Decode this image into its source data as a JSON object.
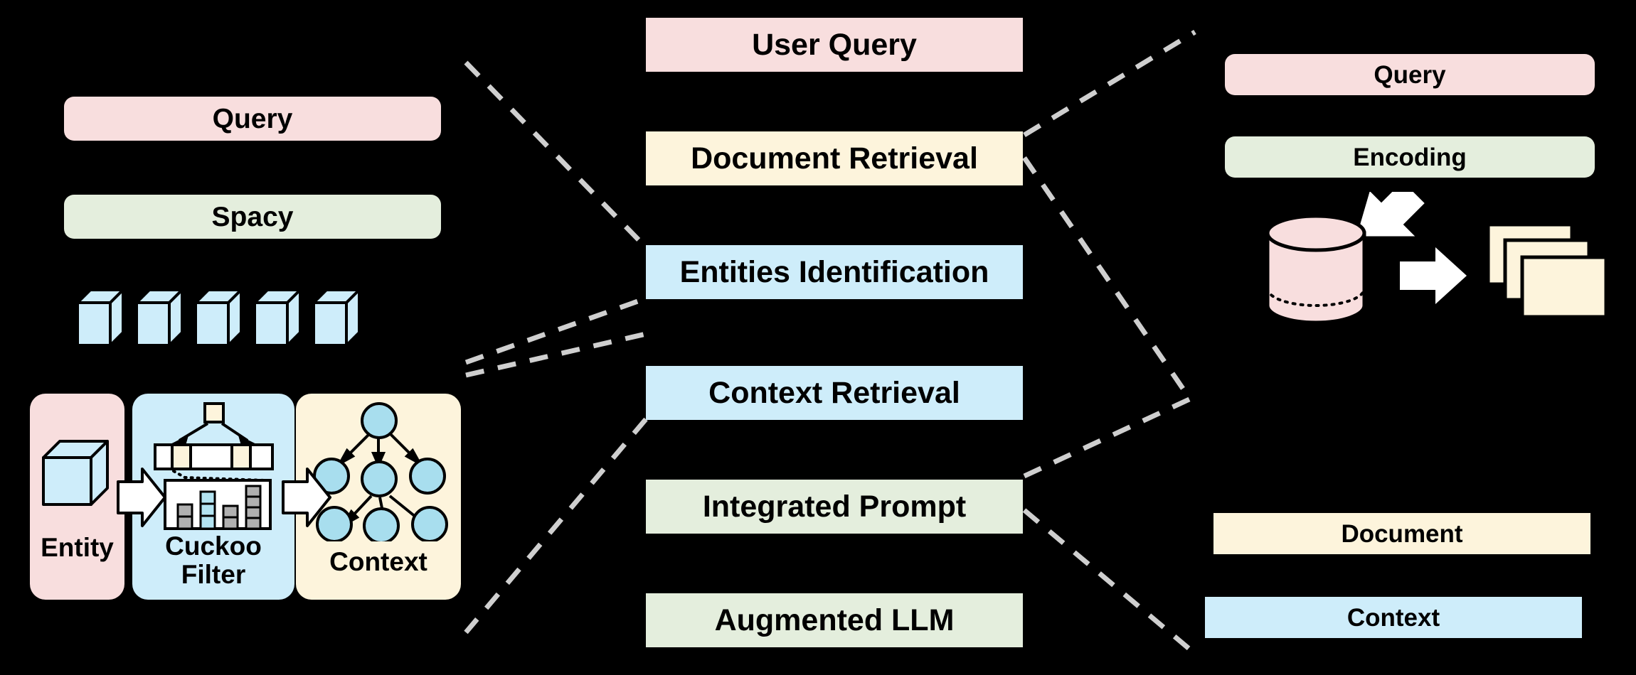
{
  "colors": {
    "background": "#000000",
    "pink": "#F8DEDE",
    "cream": "#FDF4DC",
    "green": "#E4EEDD",
    "blue": "#CEEDFA",
    "connector": "#CFCFCF",
    "outline": "#000000",
    "white": "#FFFFFF",
    "bar_gray": "#B0B0B0",
    "bar_cyan": "#B3E4F2"
  },
  "left_panel": {
    "query_label": "Query",
    "spacy_label": "Spacy",
    "cube_count": 5,
    "pipeline": {
      "entity_label": "Entity",
      "cuckoo_label_line1": "Cuckoo",
      "cuckoo_label_line2": "Filter",
      "context_label": "Context"
    }
  },
  "center_column": {
    "steps": [
      {
        "label": "User Query",
        "color": "pink"
      },
      {
        "label": "Document Retrieval",
        "color": "cream"
      },
      {
        "label": "Entities Identification",
        "color": "blue"
      },
      {
        "label": "Context Retrieval",
        "color": "blue"
      },
      {
        "label": "Integrated Prompt",
        "color": "green"
      },
      {
        "label": "Augmented LLM",
        "color": "green"
      }
    ]
  },
  "right_panel": {
    "query_label": "Query",
    "encoding_label": "Encoding",
    "document_label": "Document",
    "context_label": "Context",
    "database_icon": "cylinder-database-icon",
    "documents_icon": "stacked-documents-icon",
    "arrow_down_left_icon": "arrow-down-left-icon",
    "arrow_right_icon": "arrow-right-icon"
  }
}
